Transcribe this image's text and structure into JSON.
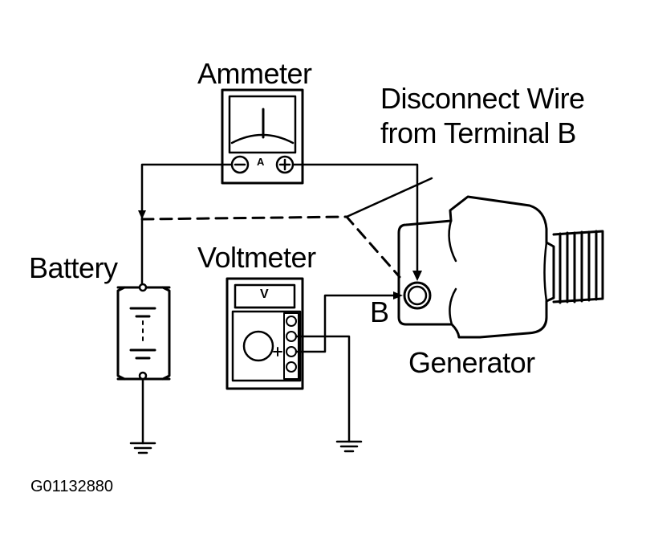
{
  "labels": {
    "ammeter": "Ammeter",
    "instruction_line1": "Disconnect Wire",
    "instruction_line2": "from Terminal B",
    "battery": "Battery",
    "voltmeter": "Voltmeter",
    "terminal_b": "B",
    "generator": "Generator",
    "figure_code": "G01132880"
  },
  "meter_marks": {
    "ammeter_unit": "A",
    "voltmeter_unit": "V",
    "negative": "−",
    "positive": "+"
  },
  "colors": {
    "ink": "#000000",
    "paper": "#ffffff"
  }
}
